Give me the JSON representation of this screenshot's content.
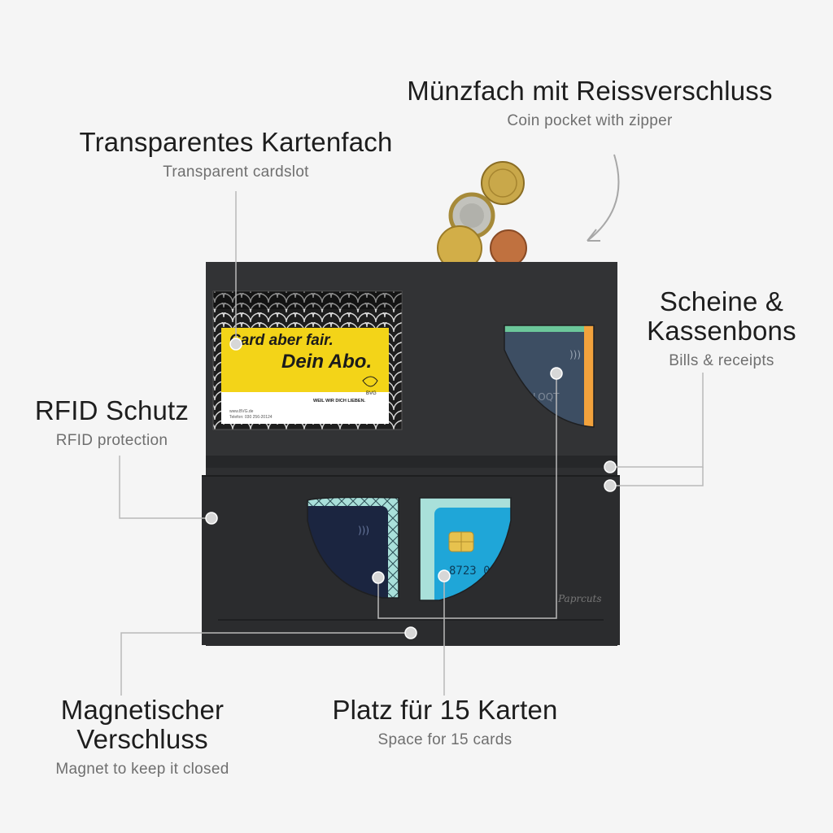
{
  "labels": {
    "coin_pocket": {
      "title": "Münzfach mit Reissverschluss",
      "subtitle": "Coin pocket with zipper"
    },
    "transparent_slot": {
      "title": "Transparentes Kartenfach",
      "subtitle": "Transparent cardslot"
    },
    "bills": {
      "title_line1": "Scheine &",
      "title_line2": "Kassenbons",
      "subtitle": "Bills & receipts"
    },
    "rfid": {
      "title": "RFID Schutz",
      "subtitle": "RFID protection"
    },
    "magnetic": {
      "title_line1": "Magnetischer",
      "title_line2": "Verschluss",
      "subtitle": "Magnet to keep it closed"
    },
    "cards": {
      "title": "Platz für 15 Karten",
      "subtitle": "Space for 15 cards"
    }
  },
  "bvg_card": {
    "line1": "Card aber fair.",
    "line2": "Dein Abo.",
    "badge": "BVG",
    "slogan": "WEIL WIR DICH LIEBEN.",
    "web": "www.BVG.de",
    "phone": "Telefon: 030 256-20124"
  },
  "bank_card_number": "8723 0",
  "brand": "Paprcuts",
  "colors": {
    "background": "#f5f5f5",
    "wallet": "#2b2c2e",
    "bvg_yellow": "#f3d418",
    "accent_blue": "#1fa6d8"
  }
}
